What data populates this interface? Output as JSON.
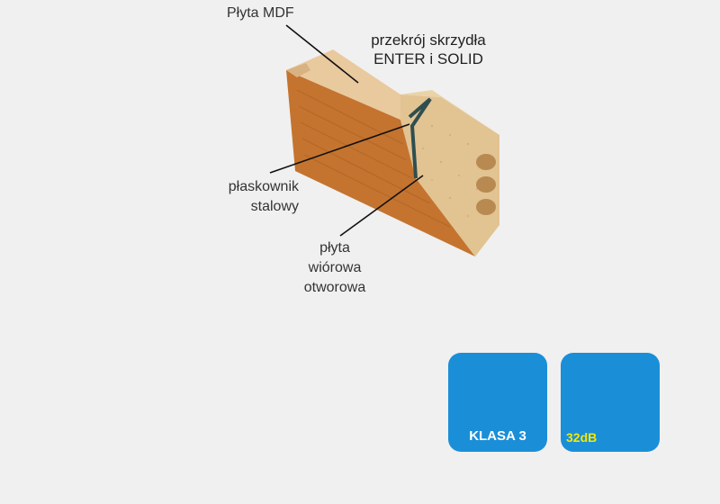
{
  "labels": {
    "mdf": "Płyta MDF",
    "section_line1": "przekrój skrzydła",
    "section_line2": "ENTER i SOLID",
    "steel_flat": "płaskownik\nstalowy",
    "chipboard": "płyta\nwiórowa\notworowa"
  },
  "badges": {
    "class": {
      "label": "KLASA 3",
      "icon": "hammer-icon",
      "color": "#1a8fd8"
    },
    "sound": {
      "label": "32dB",
      "icon": "speaker-icon",
      "color": "#1a8fd8",
      "icon_color": "#f5e800"
    }
  },
  "colors": {
    "background": "#f0f0f0",
    "veneer": "#c4742f",
    "mdf": "#e9c99e",
    "chipboard": "#e2c392",
    "steel": "#2f4f4f"
  }
}
